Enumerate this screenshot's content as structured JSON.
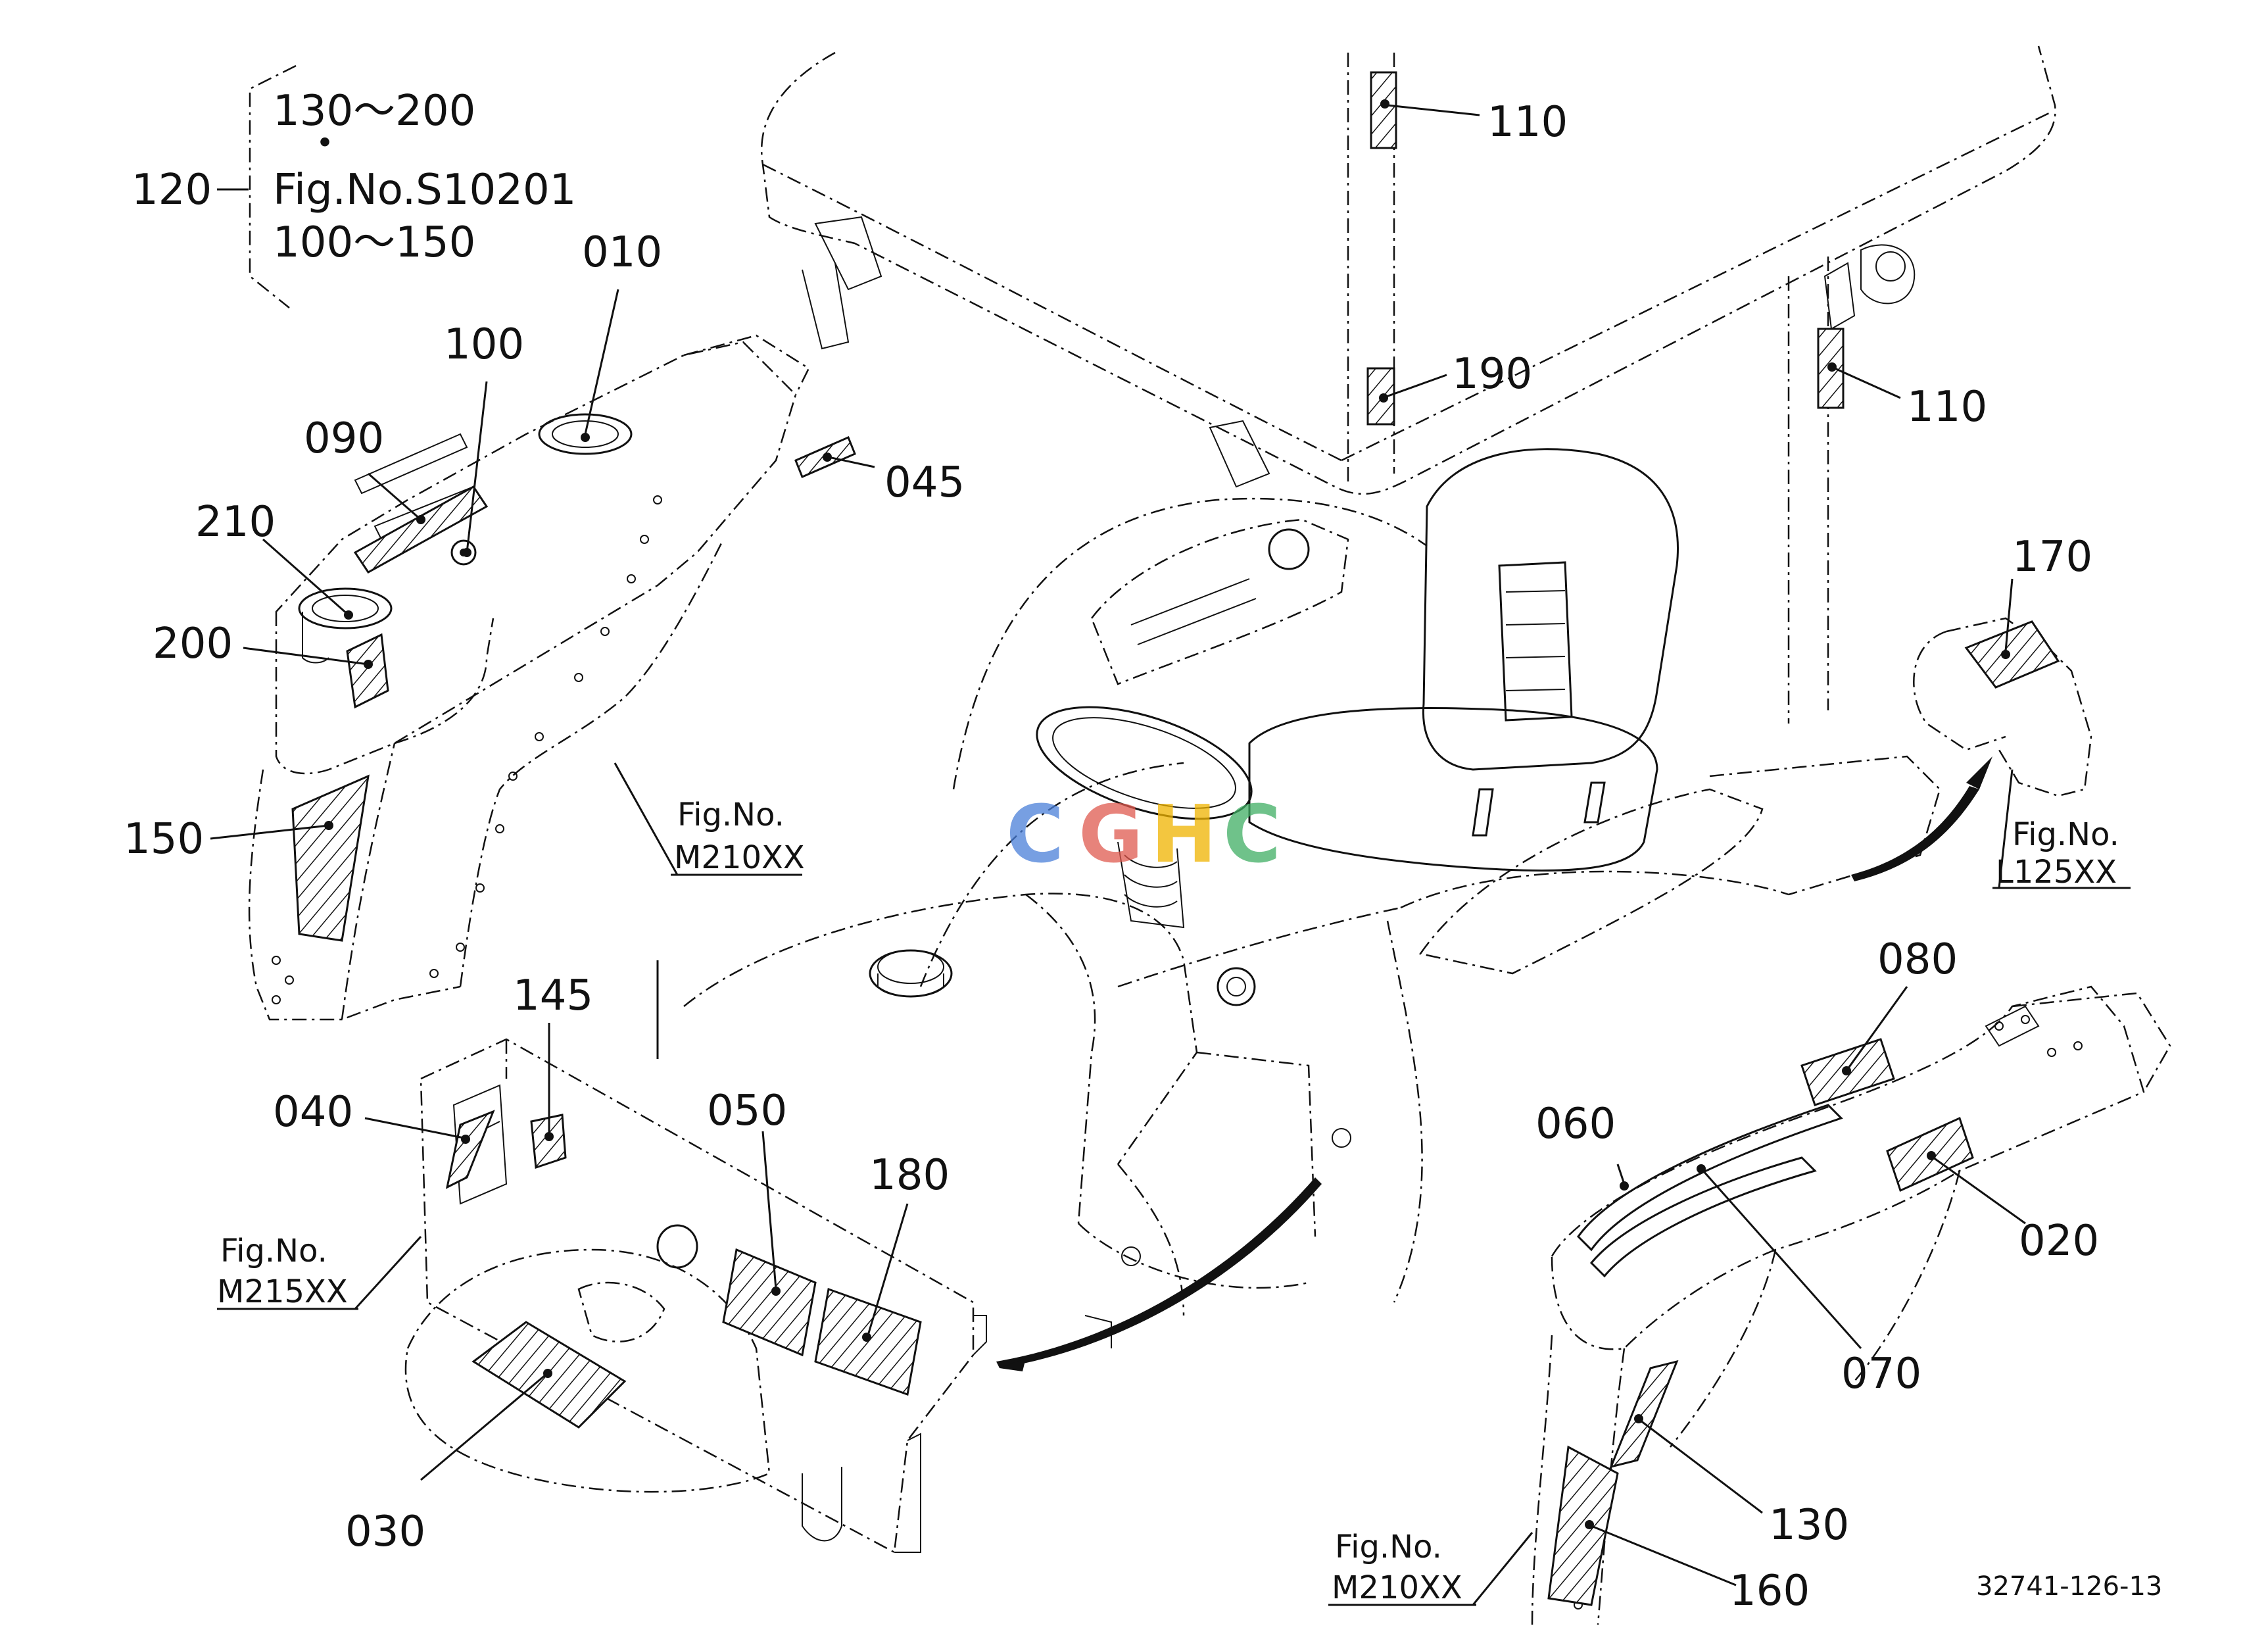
{
  "diagram": {
    "legend": {
      "ref": "120",
      "line1": "130～200",
      "line2": "・",
      "line3": "Fig.No.S10201",
      "line4": "100～150"
    },
    "callouts": {
      "c010": "010",
      "c100": "100",
      "c090": "090",
      "c210": "210",
      "c200": "200",
      "c150": "150",
      "c045": "045",
      "c110a": "110",
      "c110b": "110",
      "c190": "190",
      "c170": "170",
      "c080": "080",
      "c060": "060",
      "c020": "020",
      "c070": "070",
      "c130": "130",
      "c160": "160",
      "c145": "145",
      "c040": "040",
      "c050": "050",
      "c180": "180",
      "c030": "030"
    },
    "figrefs": {
      "f1_label": "Fig.No.",
      "f1_code": "M210XX",
      "f2_label": "Fig.No.",
      "f2_code": "L125XX",
      "f3_label": "Fig.No.",
      "f3_code": "M215XX",
      "f4_label": "Fig.No.",
      "f4_code": "M210XX"
    },
    "drawing_code": "32741-126-13",
    "watermark": "CGHC"
  }
}
